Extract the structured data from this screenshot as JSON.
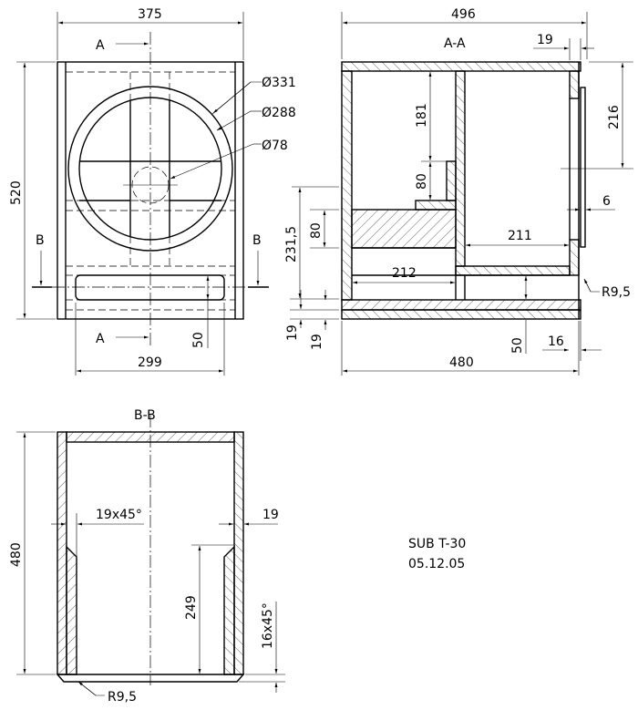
{
  "front_view": {
    "dim_width": "375",
    "dim_height": "520",
    "dim_slot_width": "299",
    "dim_slot_height": "50",
    "dia_outer": "Ø331",
    "dia_inner": "Ø288",
    "dia_port": "Ø78",
    "section_a_top": "A",
    "section_a_bottom": "A",
    "section_b_left": "B",
    "section_b_right": "B",
    "dim_231": "231,5",
    "dim_80_left": "80",
    "dim_19_a": "19",
    "dim_19_b": "19"
  },
  "section_aa": {
    "title": "A-A",
    "dim_total": "496",
    "dim_19": "19",
    "dim_181": "181",
    "dim_80": "80",
    "dim_216": "216",
    "dim_6": "6",
    "dim_211": "211",
    "dim_212": "212",
    "dim_radius": "R9,5",
    "dim_50": "50",
    "dim_16": "16",
    "dim_480": "480"
  },
  "section_bb": {
    "title": "B-B",
    "dim_480": "480",
    "chamfer_19": "19x45°",
    "dim_19": "19",
    "dim_249": "249",
    "chamfer_16": "16x45°",
    "dim_radius": "R9,5"
  },
  "title_block": {
    "name": "SUB T-30",
    "date": "05.12.05"
  }
}
